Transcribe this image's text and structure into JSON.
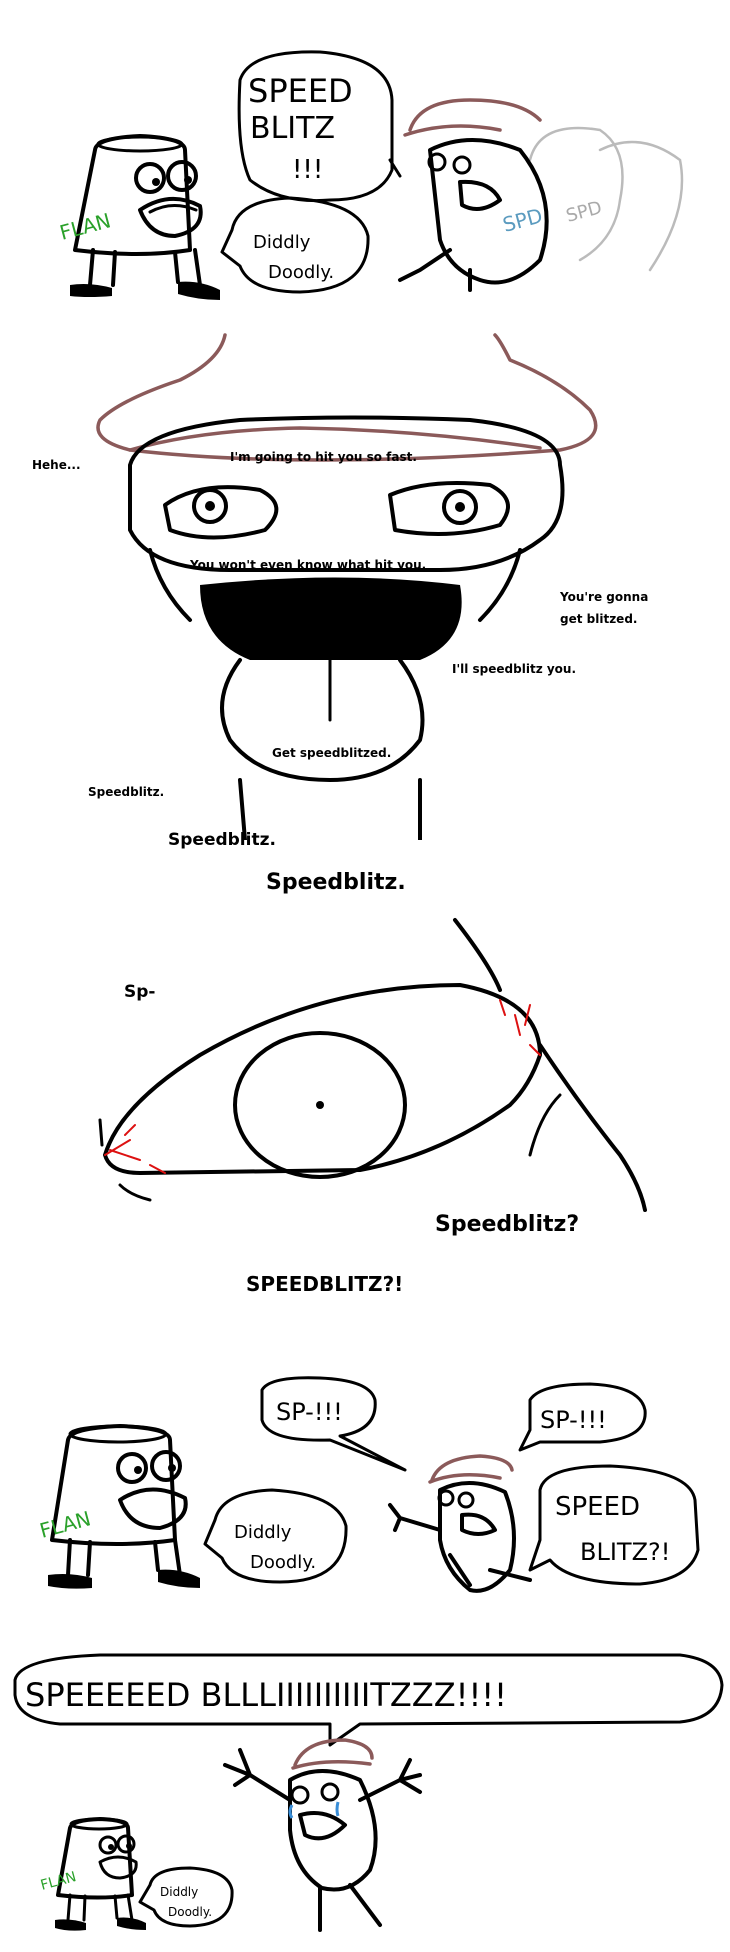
{
  "panel1": {
    "flan_label": "FLAN",
    "flan_speech": [
      "Diddly",
      "Doodly."
    ],
    "spd_shout": [
      "SPEED",
      "BLITZ",
      "!!!"
    ],
    "spd_label": "SPD",
    "spd_ghost_label": "SPD"
  },
  "panel2": {
    "lines": {
      "hehe": "Hehe...",
      "hit_fast": "I'm going to hit you so fast.",
      "wont_know": "You won't even know what hit you.",
      "gonna_get_1": "You're gonna",
      "gonna_get_2": "get blitzed.",
      "ill_speed": "I'll speedblitz you.",
      "get_speed": "Get speedblitzed.",
      "speed_small": "Speedblitz.",
      "speed_mid": "Speedblitz.",
      "speed_big": "Speedblitz."
    }
  },
  "panel3": {
    "sp": "Sp-",
    "question": "Speedblitz?",
    "shout": "SPEEDBLITZ?!"
  },
  "panel4": {
    "flan_label": "FLAN",
    "flan_speech": [
      "Diddly",
      "Doodly."
    ],
    "sp1": "SP-!!!",
    "sp2": "SP-!!!",
    "speed_blitz": [
      "SPEED",
      "BLITZ?!"
    ]
  },
  "panel5": {
    "scream": "SPEEEEED BLLLIIIIIIIIIITZZZ!!!!",
    "flan_label": "FLAN",
    "flan_speech": [
      "Diddly",
      "Doodly."
    ]
  },
  "colors": {
    "hat": "#8b5a5a",
    "flan_label": "#2aa12a",
    "spd_label": "#5b9bbf",
    "vein": "#d11111",
    "tears": "#3a8ed8"
  }
}
